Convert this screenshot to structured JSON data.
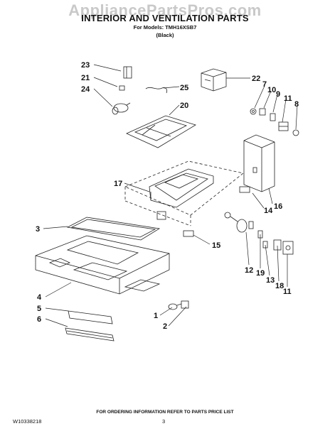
{
  "watermark": "AppliancePartsPros.com",
  "header": {
    "title": "INTERIOR AND VENTILATION PARTS",
    "models": "For Models: TMH16XSB7",
    "color": "(Black)"
  },
  "callouts": {
    "c1": "1",
    "c2": "2",
    "c3": "3",
    "c4": "4",
    "c5": "5",
    "c6": "6",
    "c7": "7",
    "c8": "8",
    "c9": "9",
    "c10": "10",
    "c11a": "11",
    "c11b": "11",
    "c12": "12",
    "c13": "13",
    "c14": "14",
    "c15": "15",
    "c16": "16",
    "c17": "17",
    "c18": "18",
    "c19": "19",
    "c20": "20",
    "c21": "21",
    "c22": "22",
    "c23": "23",
    "c24": "24",
    "c25": "25"
  },
  "footer": {
    "note": "FOR ORDERING INFORMATION REFER TO PARTS PRICE LIST",
    "doc_number": "W10338218",
    "page": "3"
  }
}
